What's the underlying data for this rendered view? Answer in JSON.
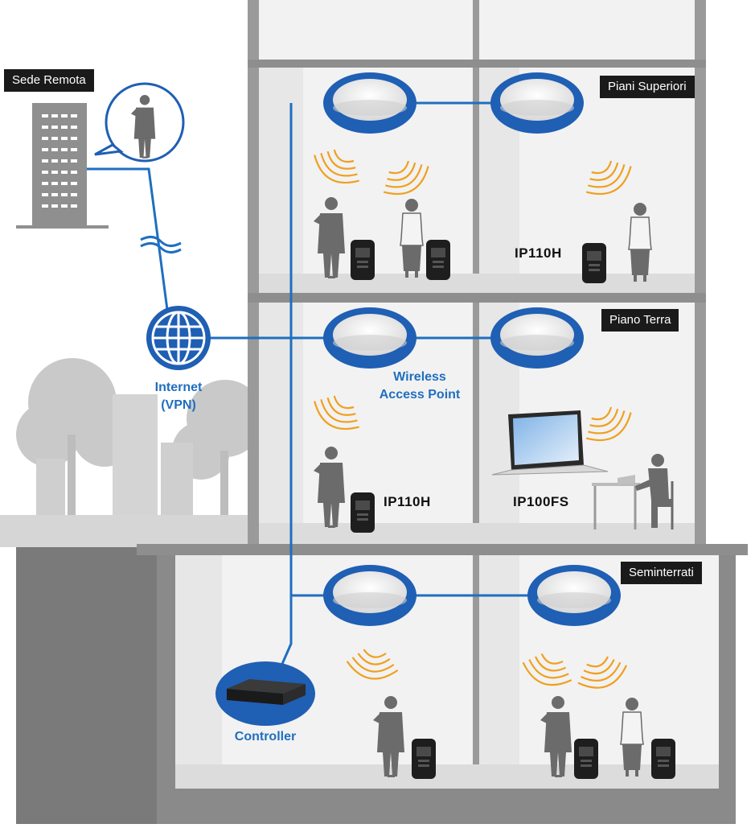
{
  "labels": {
    "sede_remota": "Sede Remota",
    "piani_superiori": "Piani Superiori",
    "piano_terra": "Piano Terra",
    "seminterrati": "Seminterrati"
  },
  "network": {
    "internet_line1": "Internet",
    "internet_line2": "(VPN)",
    "wap_line1": "Wireless",
    "wap_line2": "Access Point",
    "controller": "Controller"
  },
  "devices": {
    "ip110h_upper": "IP110H",
    "ip110h_ground": "IP110H",
    "ip100fs": "IP100FS"
  },
  "colors": {
    "accent_blue": "#1f5fb4",
    "wave_orange": "#f0a020",
    "building_gray": "#8a8a8a",
    "label_bg": "#1a1a1a"
  }
}
